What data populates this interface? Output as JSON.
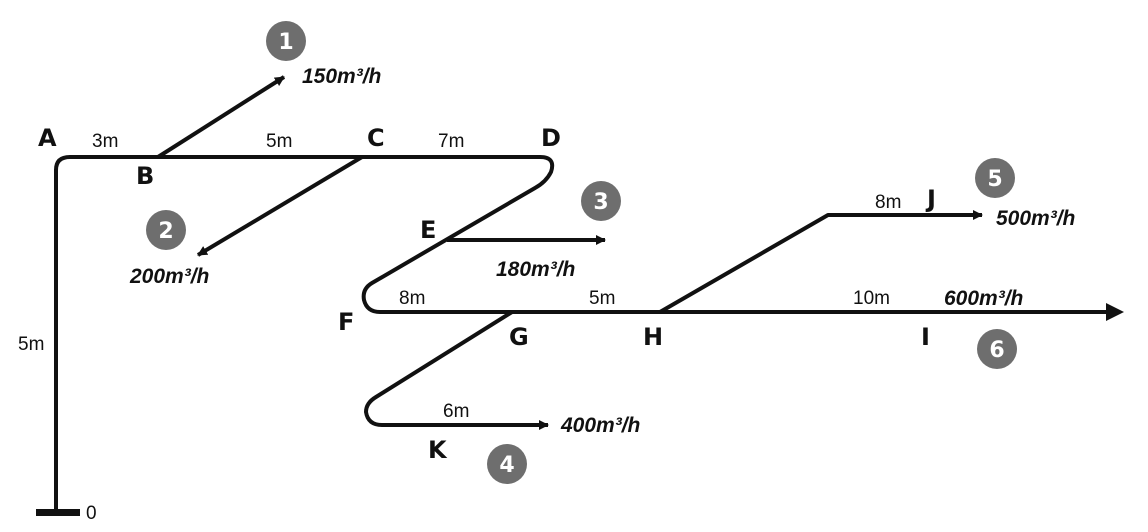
{
  "nodes": [
    "A",
    "B",
    "C",
    "D",
    "E",
    "F",
    "G",
    "H",
    "I",
    "J",
    "K"
  ],
  "base_label": "0",
  "lengths": {
    "vertical": "5m",
    "ab": "3m",
    "bc": "5m",
    "cd": "7m",
    "fg": "8m",
    "gh": "5m",
    "hi": "10m",
    "hj": "8m",
    "gk": "6m"
  },
  "outlets": [
    {
      "num": "1",
      "flow": "150m³/h"
    },
    {
      "num": "2",
      "flow": "200m³/h"
    },
    {
      "num": "3",
      "flow": "180m³/h"
    },
    {
      "num": "4",
      "flow": "400m³/h"
    },
    {
      "num": "5",
      "flow": "500m³/h"
    },
    {
      "num": "6",
      "flow": "600m³/h"
    }
  ],
  "colors": {
    "line": "#111111",
    "badge": "#6e6e6e",
    "badge_text": "#ffffff"
  }
}
